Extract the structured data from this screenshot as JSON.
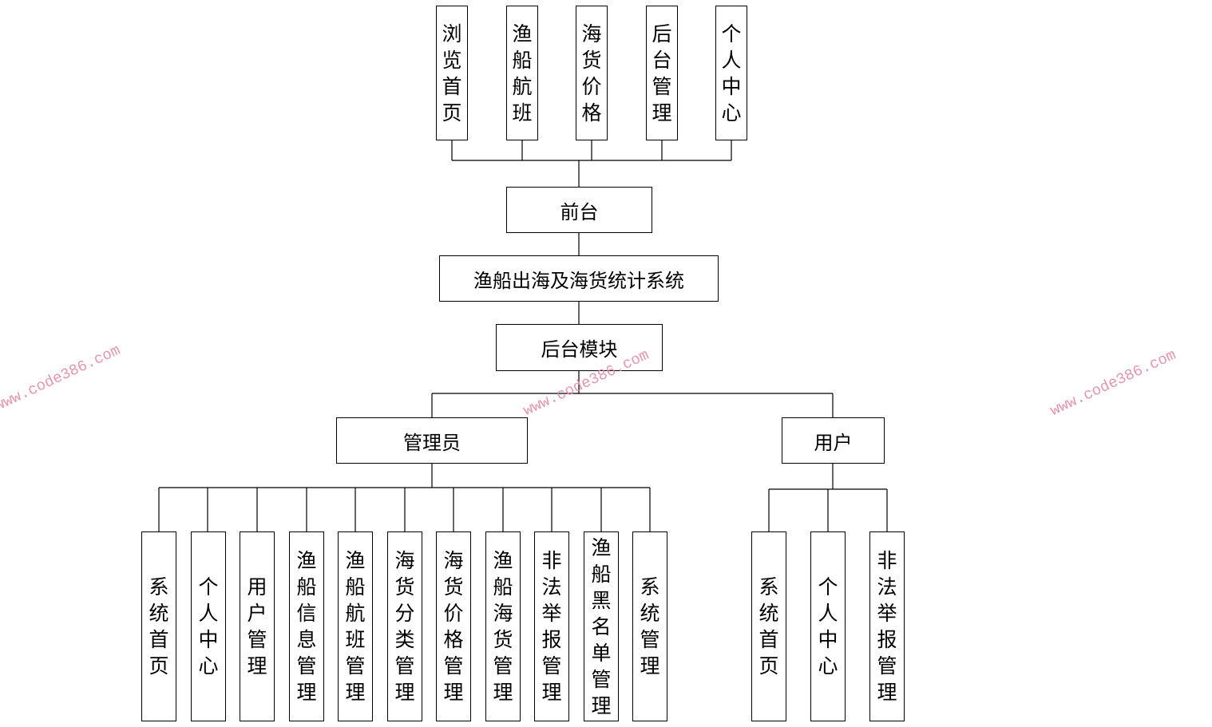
{
  "colors": {
    "stroke": "#000000",
    "watermark": "#e58aa3",
    "background": "#ffffff"
  },
  "nodes": {
    "front_browse": "浏览首页",
    "front_boat": "渔船航班",
    "front_price": "海货价格",
    "front_admin": "后台管理",
    "front_personal": "个人中心",
    "frontend": "前台",
    "system": "渔船出海及海货统计系统",
    "backend": "后台模块",
    "admin": "管理员",
    "user": "用户",
    "admin_home": "系统首页",
    "admin_personal": "个人中心",
    "admin_users": "用户管理",
    "admin_boat_info": "渔船信息管理",
    "admin_boat_flight": "渔船航班管理",
    "admin_seafood_category": "海货分类管理",
    "admin_seafood_price": "海货价格管理",
    "admin_boat_seafood": "渔船海货管理",
    "admin_report": "非法举报管理",
    "admin_blacklist": "渔船黑名单管理",
    "admin_system": "系统管理",
    "user_home": "系统首页",
    "user_personal": "个人中心",
    "user_report": "非法举报管理"
  },
  "watermarks": [
    "www.code386.com",
    "www.code386.com",
    "www.code386.com"
  ]
}
